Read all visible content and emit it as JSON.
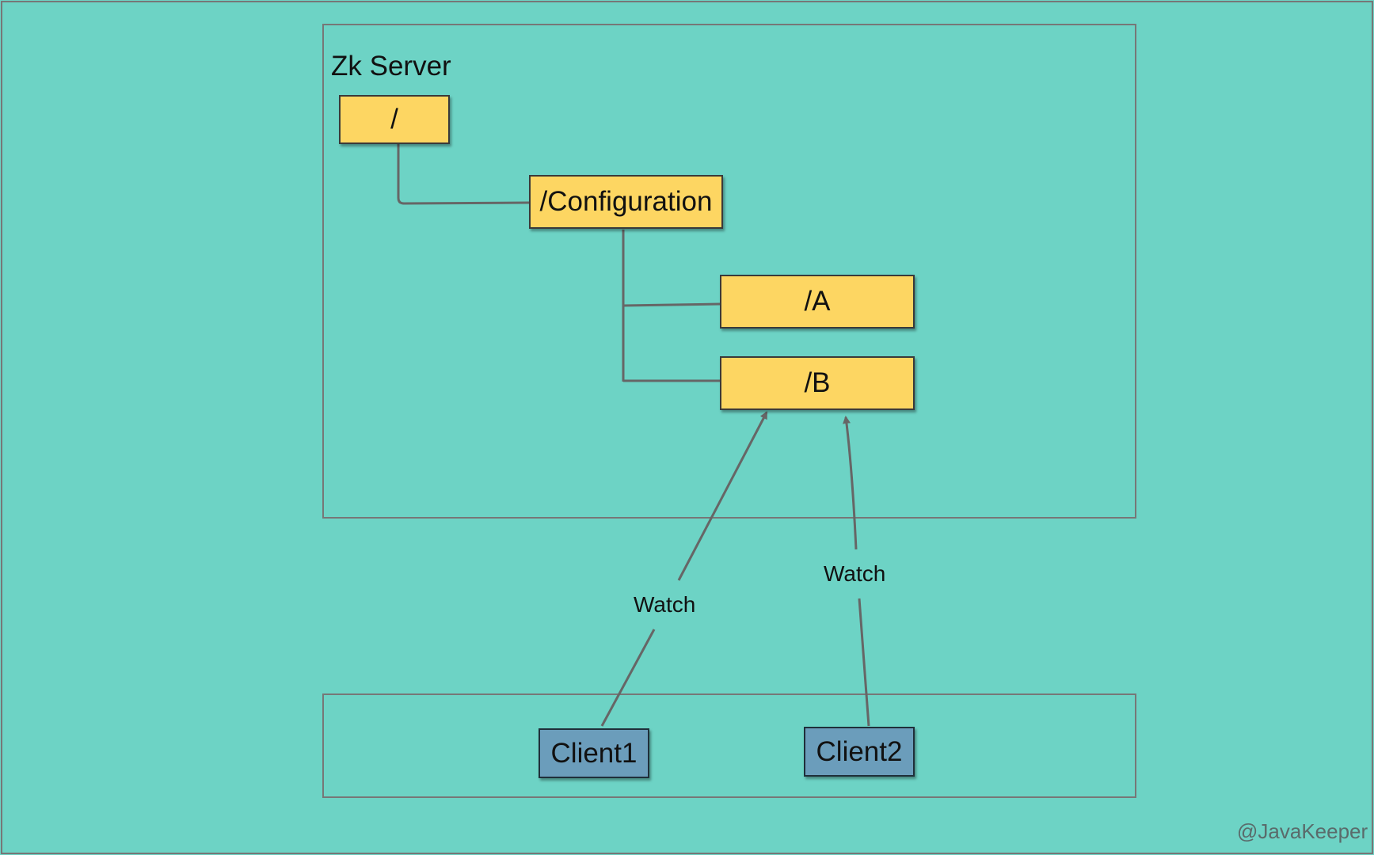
{
  "server": {
    "title": "Zk Server",
    "nodes": {
      "root": "/",
      "configuration": "/Configuration",
      "a": "/A",
      "b": "/B"
    }
  },
  "clients": {
    "client1": "Client1",
    "client2": "Client2"
  },
  "edges": {
    "watch1": "Watch",
    "watch2": "Watch"
  },
  "watermark": "@JavaKeeper",
  "colors": {
    "background": "#6dd3c5",
    "znode": "#fdd662",
    "client": "#6b9dbb",
    "line": "#666666"
  }
}
